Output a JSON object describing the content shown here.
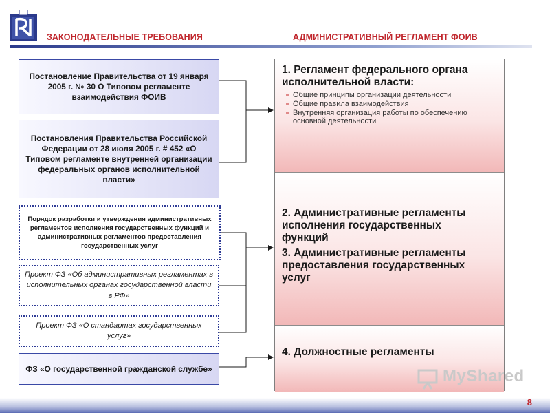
{
  "header": {
    "left_title": "ЗАКОНОДАТЕЛЬНЫЕ ТРЕБОВАНИЯ",
    "right_title": "АДМИНИСТРАТИВНЫЙ РЕГЛАМЕНТ ФОИВ"
  },
  "left_boxes": [
    {
      "text": "Постановление Правительства  от 19 января 2005 г. № 30 О Типовом  регламенте взаимодействия  ФОИВ"
    },
    {
      "text": "Постановления Правительства Российской Федерации  от 28 июля 2005 г. # 452 «О Типовом регламенте внутренней организации федеральных органов исполнительной власти»"
    },
    {
      "text": "Порядок разработки и утверждения административных регламентов исполнения государственных функций и административных регламентов предоставления государственных услуг"
    },
    {
      "text": "Проект ФЗ «Об административных регламентах в исполнительных органах государственной власти  в РФ»"
    },
    {
      "text": "Проект ФЗ «О стандартах государственных услуг»"
    },
    {
      "text": "ФЗ «О государственной  гражданской службе»"
    }
  ],
  "right_sections": [
    {
      "title": "1. Регламент федерального органа исполнительной власти:",
      "bullets": [
        "Общие принципы организации деятельности",
        "Общие правила взаимодействия",
        "Внутренняя организация работы по обеспечению основной деятельности"
      ]
    },
    {
      "title_a": "2. Административные регламенты исполнения государственных функций",
      "title_b": "3. Административные регламенты предоставления государственных услуг"
    },
    {
      "title": "4. Должностные регламенты"
    }
  ],
  "watermark": "MyShared",
  "page_number": "8",
  "colors": {
    "accent_red": "#c0272d",
    "brand_blue": "#2b3a8c",
    "section_pink": "#f2b8b8"
  }
}
